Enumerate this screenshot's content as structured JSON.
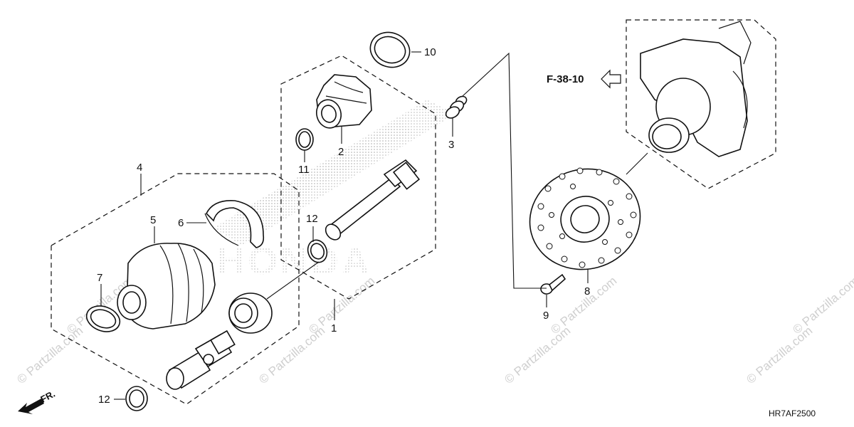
{
  "diagram": {
    "part_labels": {
      "p1": "1",
      "p2": "2",
      "p3": "3",
      "p4": "4",
      "p5": "5",
      "p6": "6",
      "p7": "7",
      "p8": "8",
      "p9": "9",
      "p10": "10",
      "p11": "11",
      "p12a": "12",
      "p12b": "12"
    },
    "reference_label": "F-38-10",
    "diagram_code": "HR7AF2500",
    "front_label": "FR.",
    "watermark_text": "© Partzilla.com",
    "background_logo": "HONDA"
  }
}
